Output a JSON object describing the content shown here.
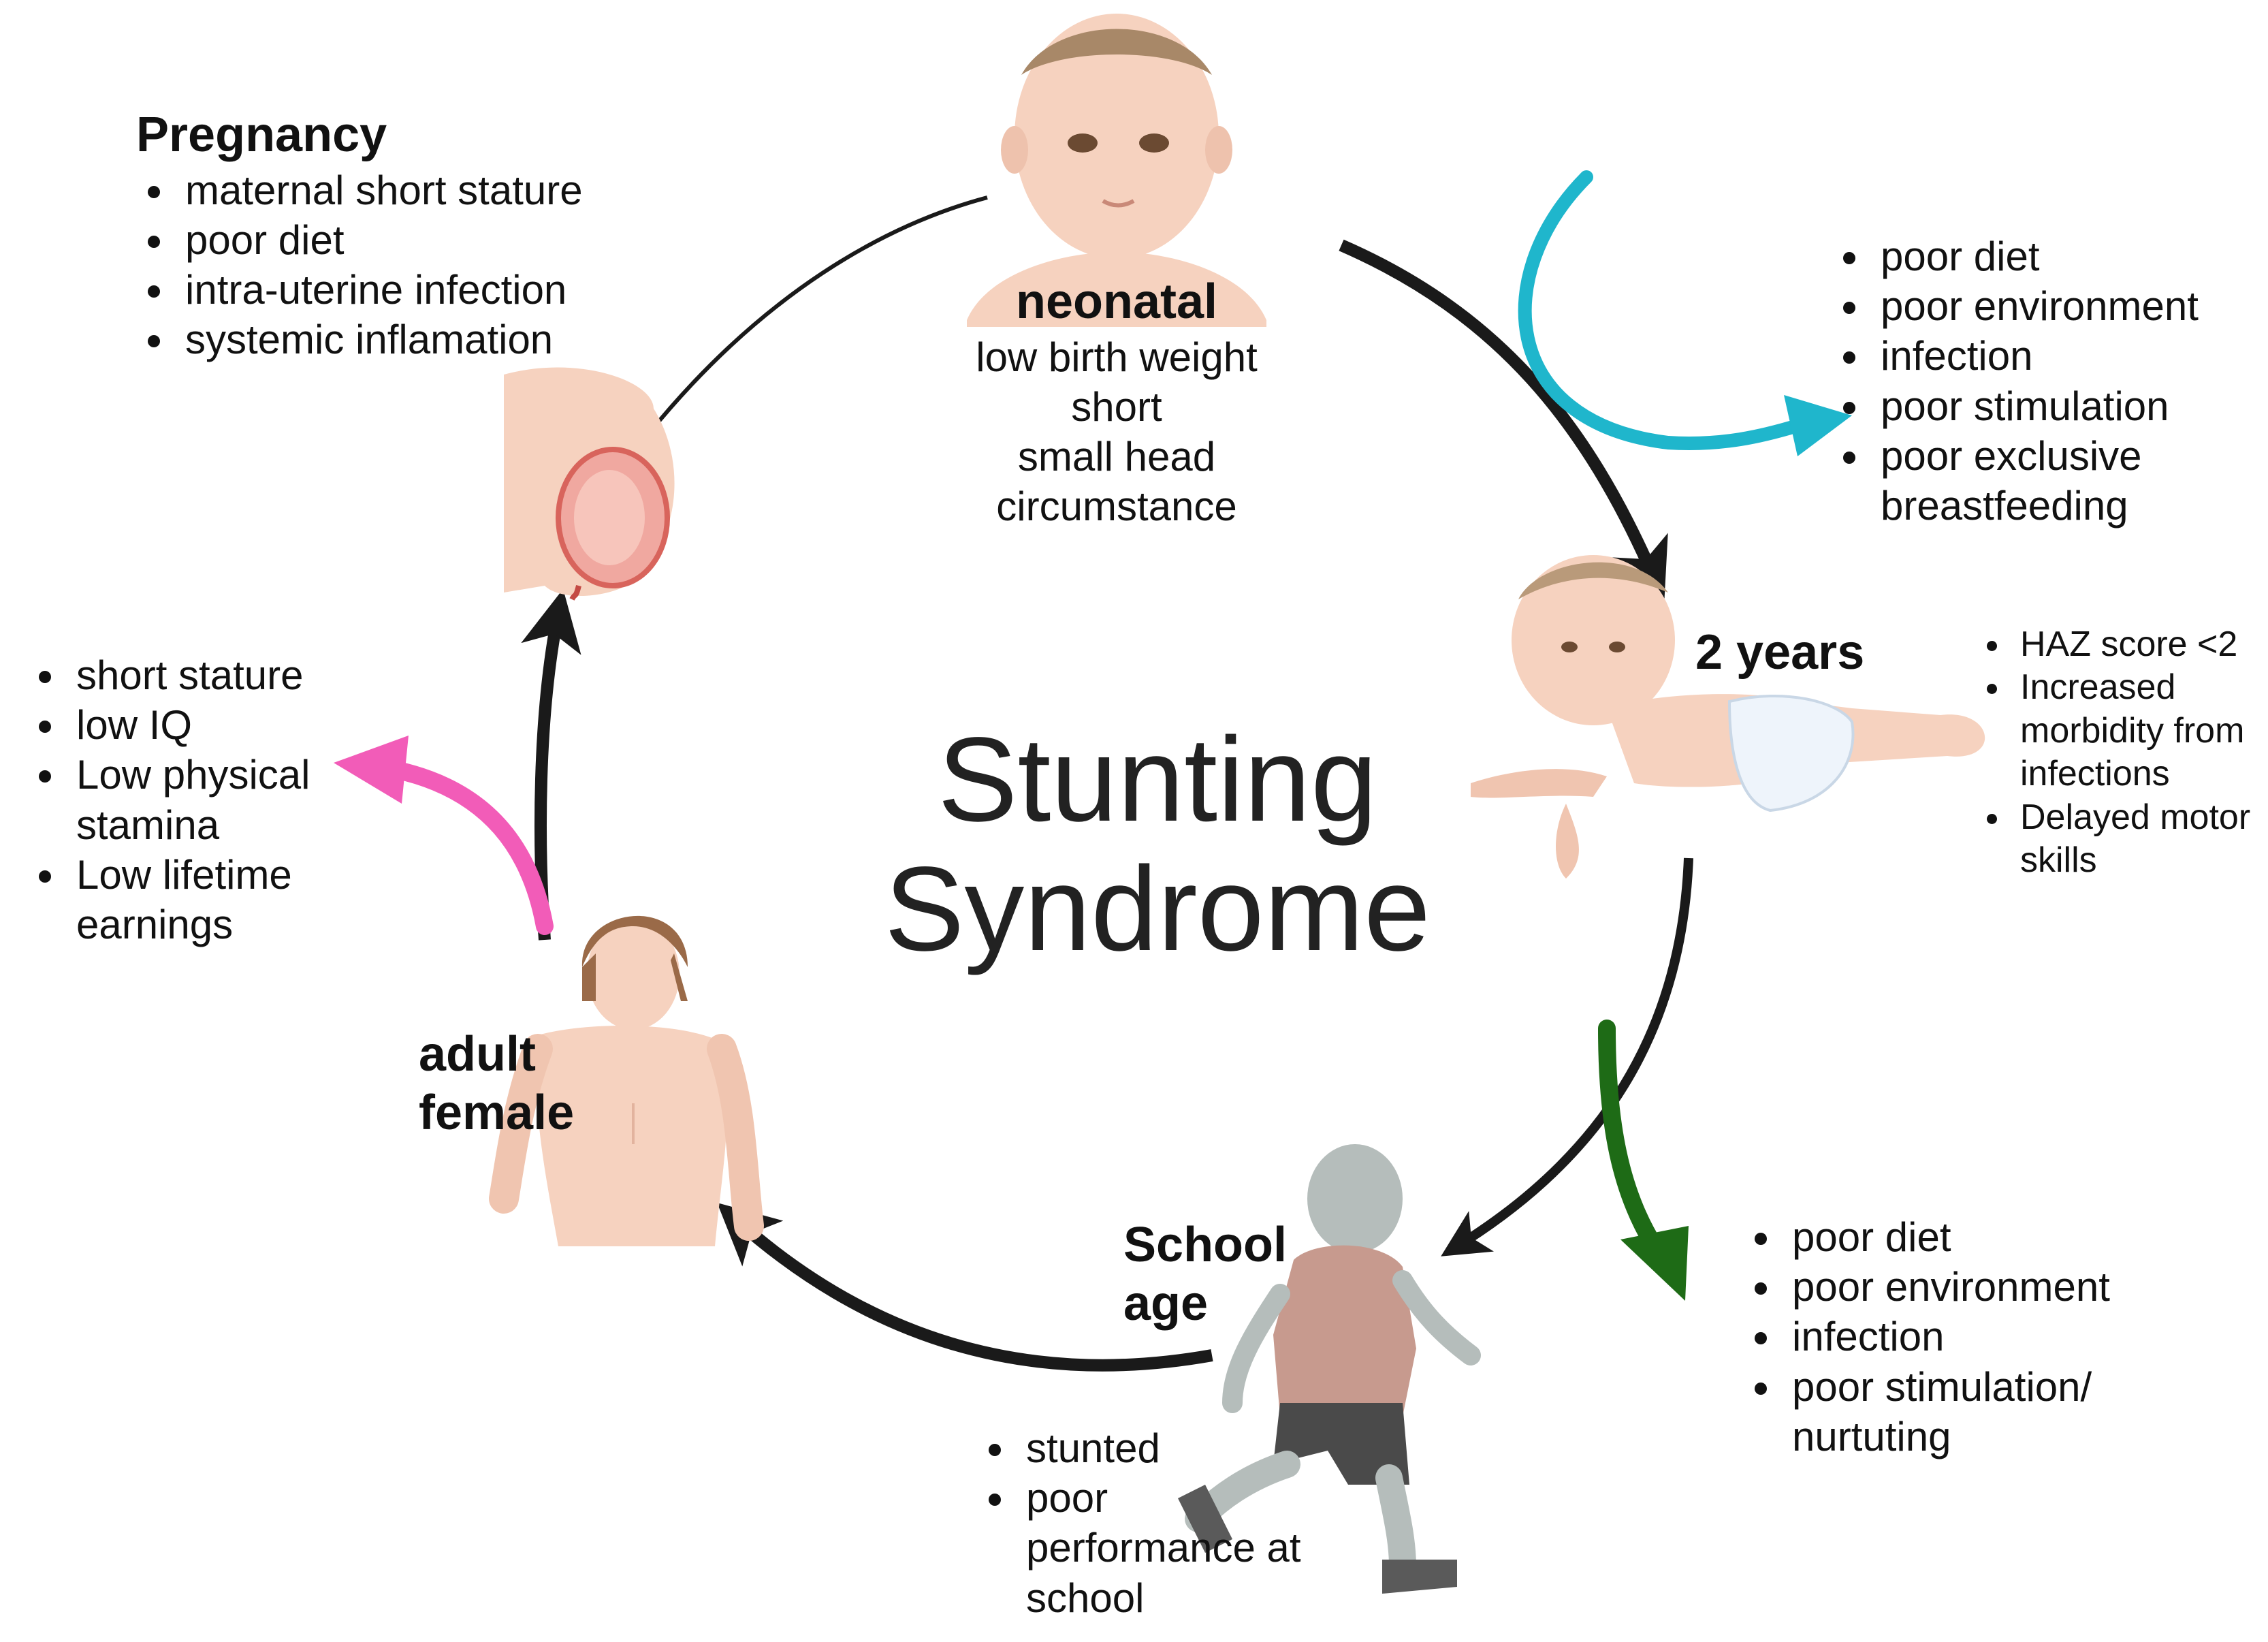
{
  "center_title": [
    "Stunting",
    "Syndrome"
  ],
  "pregnancy": {
    "title": "Pregnancy",
    "items": [
      "maternal short stature",
      "poor diet",
      "intra-uterine infection",
      "systemic inflamation"
    ]
  },
  "neonatal": {
    "title": "neonatal",
    "lines": [
      "low birth weight",
      "short",
      "small head",
      "circumstance"
    ]
  },
  "factors_top_right": {
    "items": [
      "poor diet",
      "poor environment",
      "infection",
      "poor stimulation",
      "poor exclusive breastfeeding"
    ],
    "arrow_color": "#1fb6cc"
  },
  "two_years": {
    "title": "2 years",
    "items": [
      "HAZ score <2",
      "Increased morbidity from infections",
      "Delayed motor skills"
    ]
  },
  "factors_bottom_right": {
    "items": [
      "poor diet",
      "poor environment",
      "infection",
      "poor stimulation/ nurtuting"
    ],
    "arrow_color": "#1e6b16"
  },
  "school_age": {
    "title": "School age",
    "items": [
      "stunted",
      "poor performance at school"
    ]
  },
  "adult_female": {
    "title": "adult female"
  },
  "adult_outcomes": {
    "items": [
      "short stature",
      "low IQ",
      "Low physical stamina",
      "Low lifetime earnings"
    ],
    "arrow_color": "#f25cb8"
  },
  "colors": {
    "cycle_arrow": "#1a1a1a",
    "skin": "#f6d2bf",
    "skin_shade": "#e9b39b"
  },
  "icons": [
    "pregnant-belly-icon",
    "newborn-face-icon",
    "crawling-baby-icon",
    "running-child-icon",
    "adult-female-icon"
  ]
}
